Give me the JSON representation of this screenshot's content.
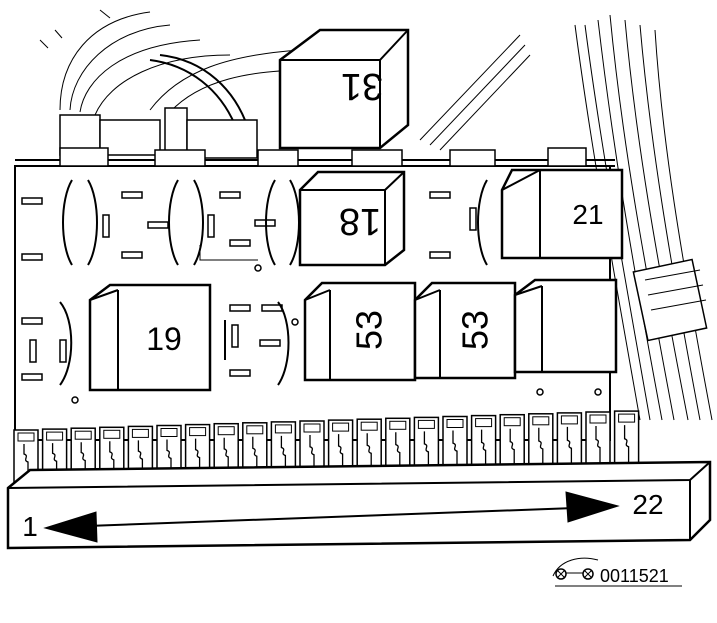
{
  "diagram": {
    "relays": [
      {
        "id": "31",
        "label": "31",
        "rotated": true
      },
      {
        "id": "18",
        "label": "18",
        "rotated": true
      },
      {
        "id": "21",
        "label": "21",
        "rotated": false
      },
      {
        "id": "19",
        "label": "19",
        "rotated": false
      },
      {
        "id": "53a",
        "label": "53",
        "rotated": true
      },
      {
        "id": "53b",
        "label": "53",
        "rotated": true
      }
    ],
    "fuse_strip": {
      "fuse_count": 22,
      "start_label": "1",
      "end_label": "22"
    },
    "figure_code": "0011521"
  }
}
